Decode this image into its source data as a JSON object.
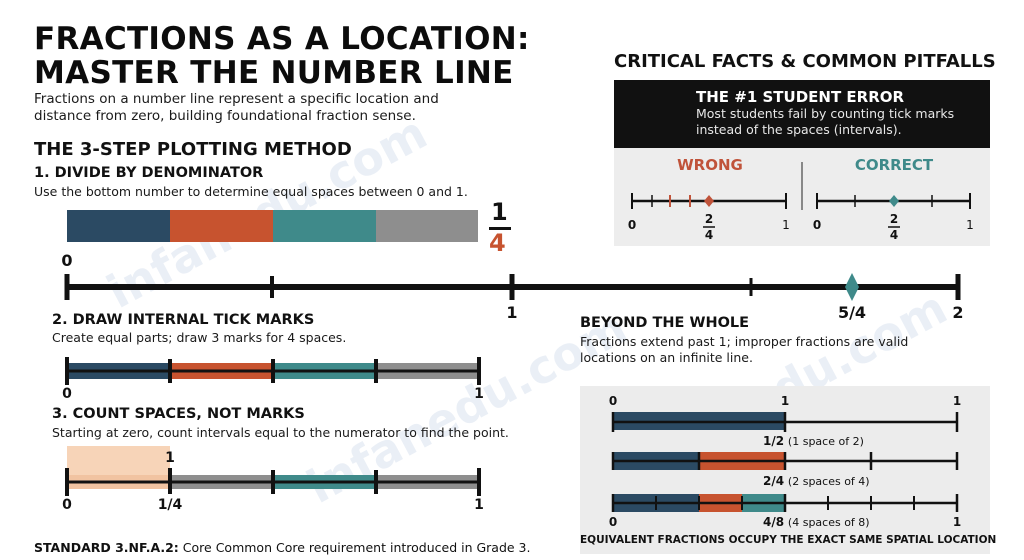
{
  "title_line1": "FRACTIONS AS A LOCATION:",
  "title_line2": "MASTER THE NUMBER LINE",
  "subtitle": "Fractions on a number line represent a specific location and distance from zero, building foundational fraction sense.",
  "method_heading": "THE 3-STEP PLOTTING METHOD",
  "steps": [
    {
      "title": "1. DIVIDE BY DENOMINATOR",
      "desc": "Use the bottom number to determine equal spaces between 0 and 1."
    },
    {
      "title": "2. DRAW INTERNAL TICK MARKS",
      "desc": "Create equal parts; draw 3 marks for 4 spaces."
    },
    {
      "title": "3. COUNT SPACES, NOT MARKS",
      "desc": "Starting at zero, count intervals equal to the numerator to find the point."
    }
  ],
  "fraction": {
    "numerator": "1",
    "denominator": "4"
  },
  "main_line": {
    "label_0": "0",
    "label_1": "1",
    "label_54": "5/4",
    "label_2": "2"
  },
  "step2_line": {
    "label_0": "0",
    "label_1": "1"
  },
  "step3_line": {
    "label_0": "0",
    "label_14": "1/4",
    "label_1": "1",
    "label_top": "1"
  },
  "facts_heading": "CRITICAL FACTS & COMMON PITFALLS",
  "error": {
    "title": "THE #1 STUDENT ERROR",
    "text": "Most students fail by counting tick marks instead of the spaces (intervals)."
  },
  "compare": {
    "wrong_label": "WRONG",
    "correct_label": "CORRECT",
    "wrong_0": "0",
    "wrong_1": "1",
    "wrong_num": "2",
    "wrong_den": "4",
    "correct_0": "0",
    "correct_1": "1",
    "correct_num": "2",
    "correct_den": "4"
  },
  "beyond": {
    "heading": "BEYOND THE WHOLE",
    "text": "Fractions extend past 1; improper fractions are valid locations on an infinite line."
  },
  "equivalent": {
    "top_0": "0",
    "top_1": "1",
    "top_1b": "1",
    "bar1_label": "1/2",
    "bar1_note": "(1 space of 2)",
    "bar2_label": "2/4",
    "bar2_note": "(2 spaces of 4)",
    "bar3_label": "4/8",
    "bar3_note": "(4 spaces of 8)",
    "bottom_0": "0",
    "bottom_1": "1",
    "caption": "EQUIVALENT FRACTIONS OCCUPY THE EXACT SAME SPATIAL LOCATION"
  },
  "footer": {
    "bold": "STANDARD 3.NF.A.2:",
    "text": " Core Common Core requirement introduced in Grade 3."
  },
  "watermark": "infanedu.com",
  "colors": {
    "navy": "#2b4a63",
    "orange": "#c7532f",
    "teal": "#3f8a8a",
    "gray": "#8e8e8e",
    "peach": "#f7d4b8",
    "wrong": "#c0533a",
    "correct": "#3f8a8a"
  }
}
